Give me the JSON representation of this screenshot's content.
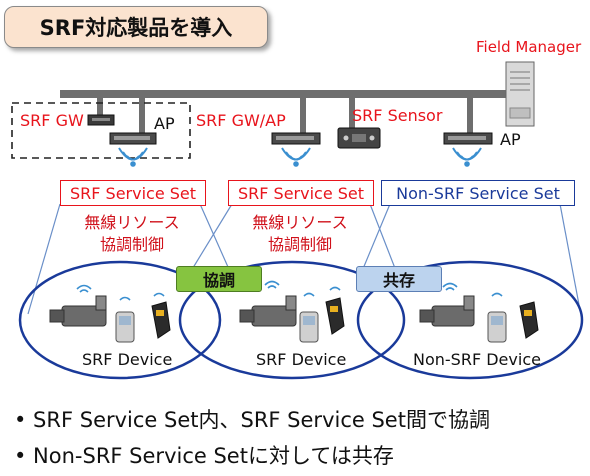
{
  "title": "SRF対応製品を導入",
  "labels": {
    "field_manager": "Field Manager",
    "srf_gw": "SRF GW",
    "ap_left": "AP",
    "srf_gw_ap": "SRF GW/AP",
    "srf_sensor": "SRF Sensor",
    "ap_right": "AP"
  },
  "service_sets": [
    "SRF Service Set",
    "SRF Service Set",
    "Non-SRF Service Set"
  ],
  "coordination_text": [
    "無線リソース\n協調制御",
    "無線リソース\n協調制御"
  ],
  "tags": {
    "coordination": "協調",
    "coexistence": "共存"
  },
  "devices": [
    "SRF Device",
    "SRF Device",
    "Non-SRF Device"
  ],
  "bullets": [
    "• SRF Service Set内、SRF Service Set間で協調",
    "• Non-SRF Service Setに対しては共存"
  ],
  "colors": {
    "red": "#e8141c",
    "navy": "#1a3a9a",
    "title_bg": "#fbe3cf",
    "coord_green": "#86c440",
    "coexist_blue": "#bcd3ee"
  }
}
